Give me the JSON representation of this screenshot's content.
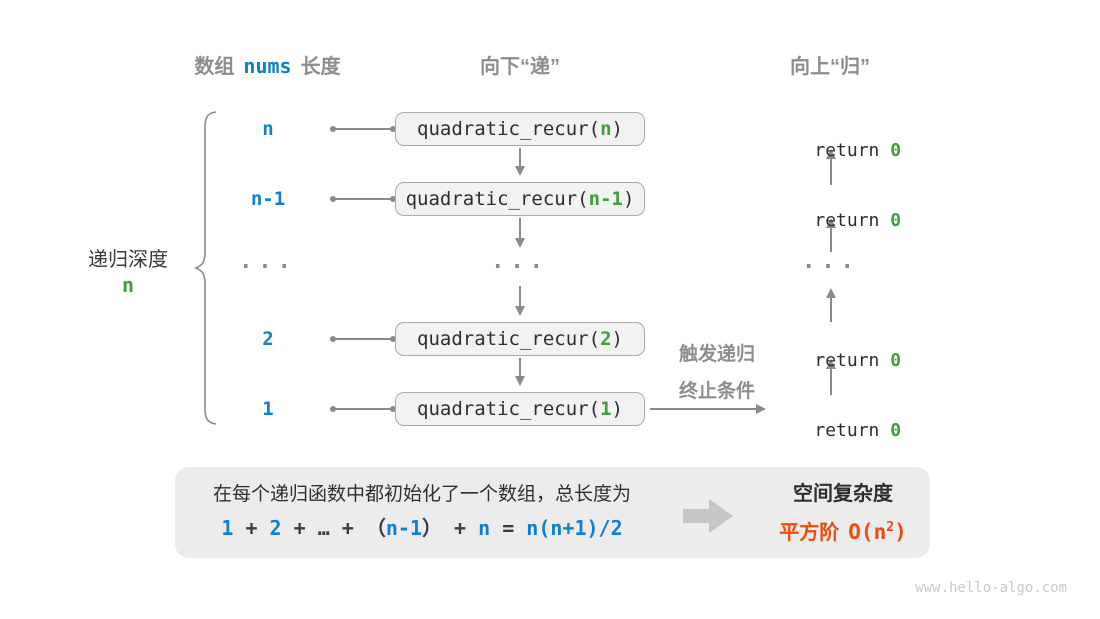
{
  "colors": {
    "accent_blue": "#0e7fd1",
    "accent_green": "#3e9f3f",
    "accent_orange": "#ee4c0c",
    "gray_text": "#8d8d8d",
    "box_fill": "#f2f2f2",
    "summary_fill": "#ececec"
  },
  "headers": {
    "array_prefix": "数组",
    "array_code": "nums",
    "array_suffix": "长度",
    "downward": "向下“递”",
    "upward": "向上“归”"
  },
  "depth_label": {
    "title": "递归深度",
    "value": "n"
  },
  "call": {
    "prefix": "quadratic_recur(",
    "suffix": ")"
  },
  "ret": {
    "keyword": "return ",
    "value": "0"
  },
  "rows": [
    {
      "depth": "n",
      "param": "n"
    },
    {
      "depth": "n-1",
      "param": "n-1"
    },
    {
      "depth": "2",
      "param": "2"
    },
    {
      "depth": "1",
      "param": "1"
    }
  ],
  "ellipsis": "...",
  "trigger": {
    "line1": "触发递归",
    "line2": "终止条件"
  },
  "summary": {
    "description": "在每个递归函数中都初始化了一个数组，总长度为",
    "formula": {
      "t1": "1",
      "p1": " + ",
      "t2": "2",
      "p2": " + … + ",
      "lp": "（",
      "t3": "n-1",
      "rp": "）",
      "p4": " + ",
      "t4": "n",
      "eq": " = ",
      "t5": "n(n+1)/2"
    },
    "result_title": "空间复杂度",
    "result_name": "平方阶",
    "result_o": "O(n",
    "result_exp": "2",
    "result_close": ")"
  },
  "watermark": "www.hello-algo.com"
}
